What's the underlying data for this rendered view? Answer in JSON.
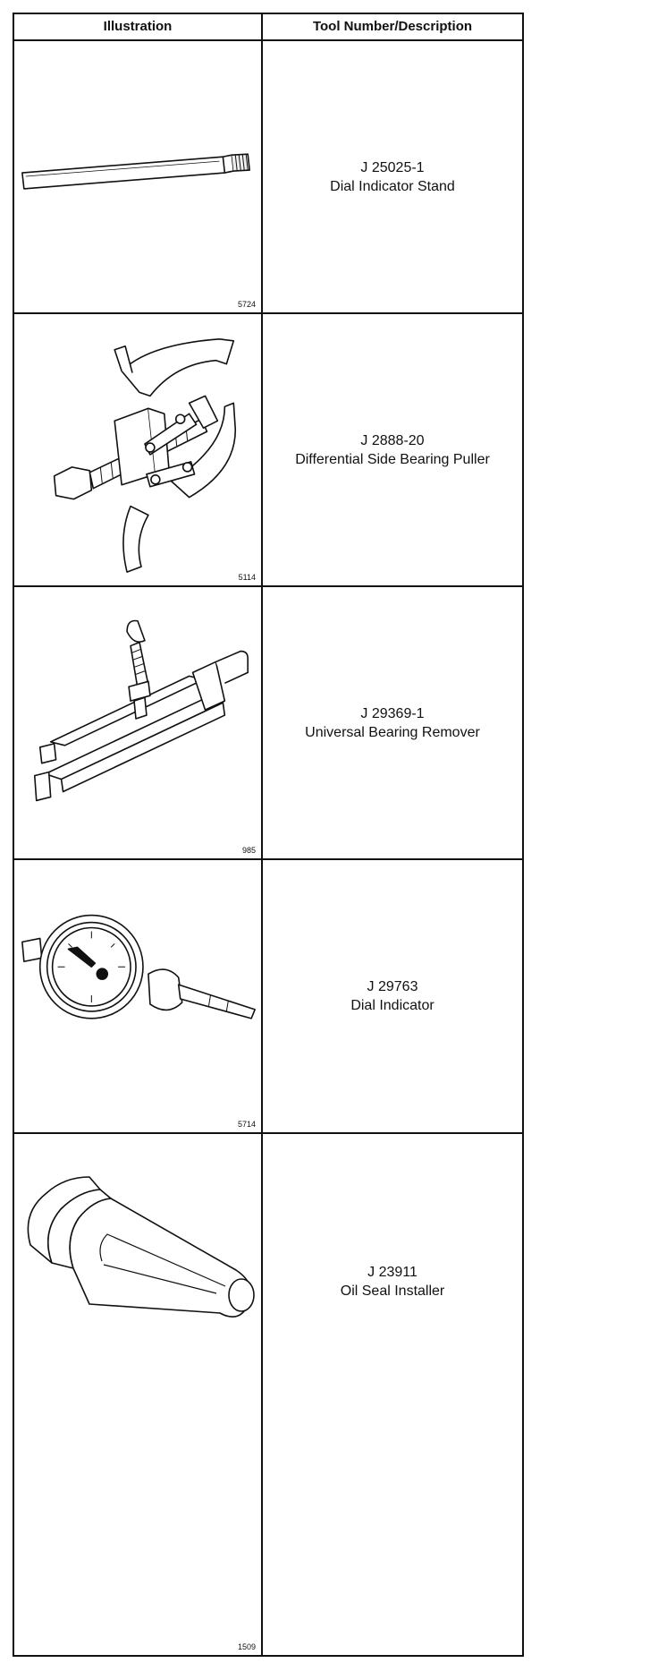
{
  "table": {
    "header": {
      "left": "Illustration",
      "right": "Tool Number/Description"
    },
    "rows": [
      {
        "fig": "5724",
        "number": "J 25025-1",
        "description": "Dial Indicator Stand",
        "icon": "dial-indicator-stand-icon"
      },
      {
        "fig": "5114",
        "number": "J 2888-20",
        "description": "Differential Side Bearing Puller",
        "icon": "bearing-puller-icon"
      },
      {
        "fig": "985",
        "number": "J 29369-1",
        "description": "Universal Bearing Remover",
        "icon": "bearing-remover-icon"
      },
      {
        "fig": "5714",
        "number": "J 29763",
        "description": "Dial Indicator",
        "icon": "dial-indicator-icon"
      },
      {
        "fig": "1509",
        "number": "J 23911",
        "description": "Oil Seal Installer",
        "icon": "oil-seal-installer-icon"
      }
    ]
  }
}
